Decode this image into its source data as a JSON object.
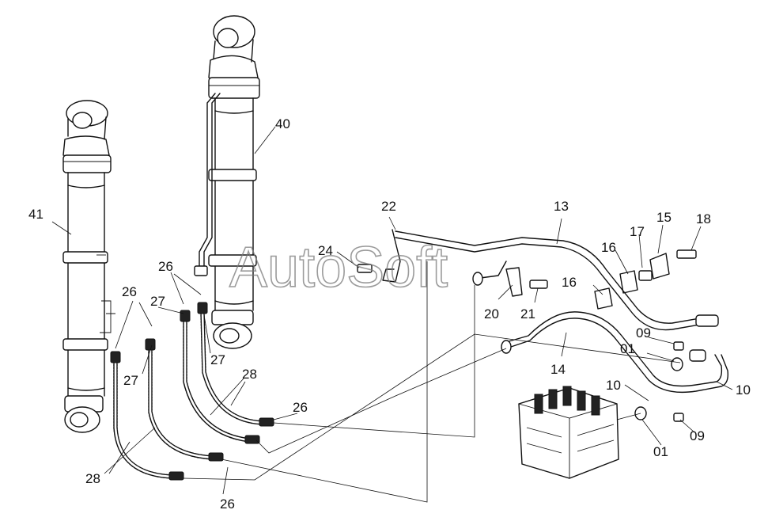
{
  "watermark": "AutoSoft",
  "labels": {
    "l41": "41",
    "l40": "40",
    "l26a": "26",
    "l26b": "26",
    "l26c": "26",
    "l26d": "26",
    "l27a": "27",
    "l27b": "27",
    "l27c": "27",
    "l28a": "28",
    "l28b": "28",
    "l22": "22",
    "l24": "24",
    "l20": "20",
    "l21": "21",
    "l13": "13",
    "l14": "14",
    "l16a": "16",
    "l16b": "16",
    "l17": "17",
    "l15": "15",
    "l18": "18",
    "l09a": "09",
    "l09b": "09",
    "l01a": "01",
    "l01b": "01",
    "l10a": "10",
    "l10b": "10"
  }
}
